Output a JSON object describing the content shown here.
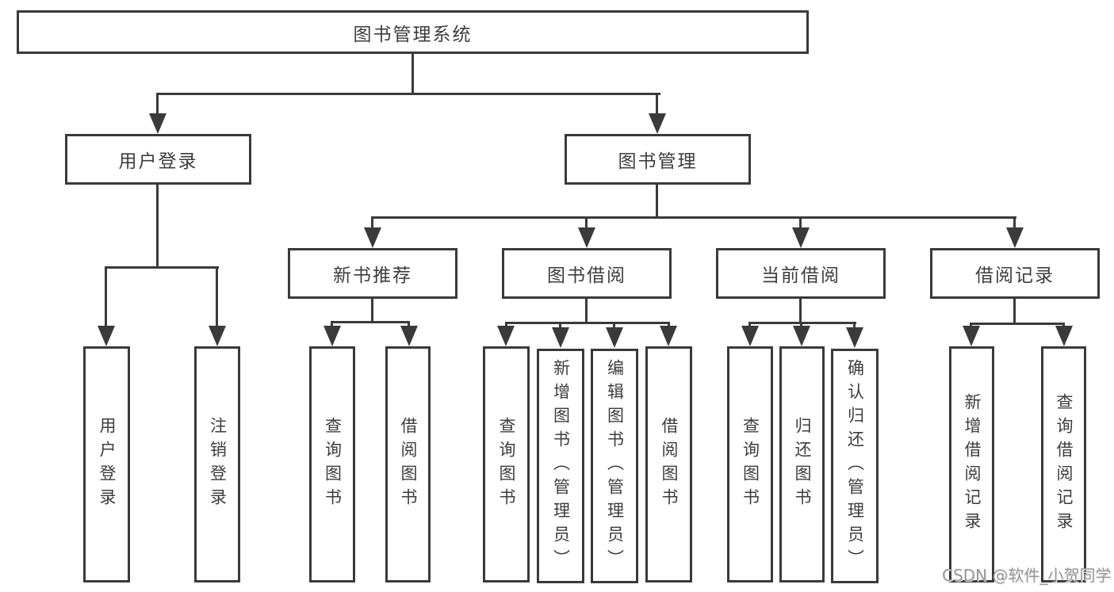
{
  "colors": {
    "line": "#3a3a3a",
    "text": "#3d3d3d",
    "background": "#ffffff",
    "watermark": "#9a9a9a"
  },
  "diagram": {
    "root": {
      "label": "图书管理系统"
    },
    "level2": [
      {
        "label": "用户登录"
      },
      {
        "label": "图书管理"
      }
    ],
    "level3": [
      {
        "label": "新书推荐"
      },
      {
        "label": "图书借阅"
      },
      {
        "label": "当前借阅"
      },
      {
        "label": "借阅记录"
      }
    ],
    "leaves": {
      "user_login": [
        {
          "label": "用户登录"
        },
        {
          "label": "注销登录"
        }
      ],
      "new_book_recommend": [
        {
          "label": "查询图书"
        },
        {
          "label": "借阅图书"
        }
      ],
      "book_borrowing": [
        {
          "label": "查询图书"
        },
        {
          "label": "新增图书（管理员）"
        },
        {
          "label": "编辑图书（管理员）"
        },
        {
          "label": "借阅图书"
        }
      ],
      "current_borrowing": [
        {
          "label": "查询图书"
        },
        {
          "label": "归还图书"
        },
        {
          "label": "确认归还（管理员）"
        }
      ],
      "borrowing_records": [
        {
          "label": "新增借阅记录"
        },
        {
          "label": "查询借阅记录"
        }
      ]
    },
    "watermark": "CSDN @软件_小贺同学"
  }
}
